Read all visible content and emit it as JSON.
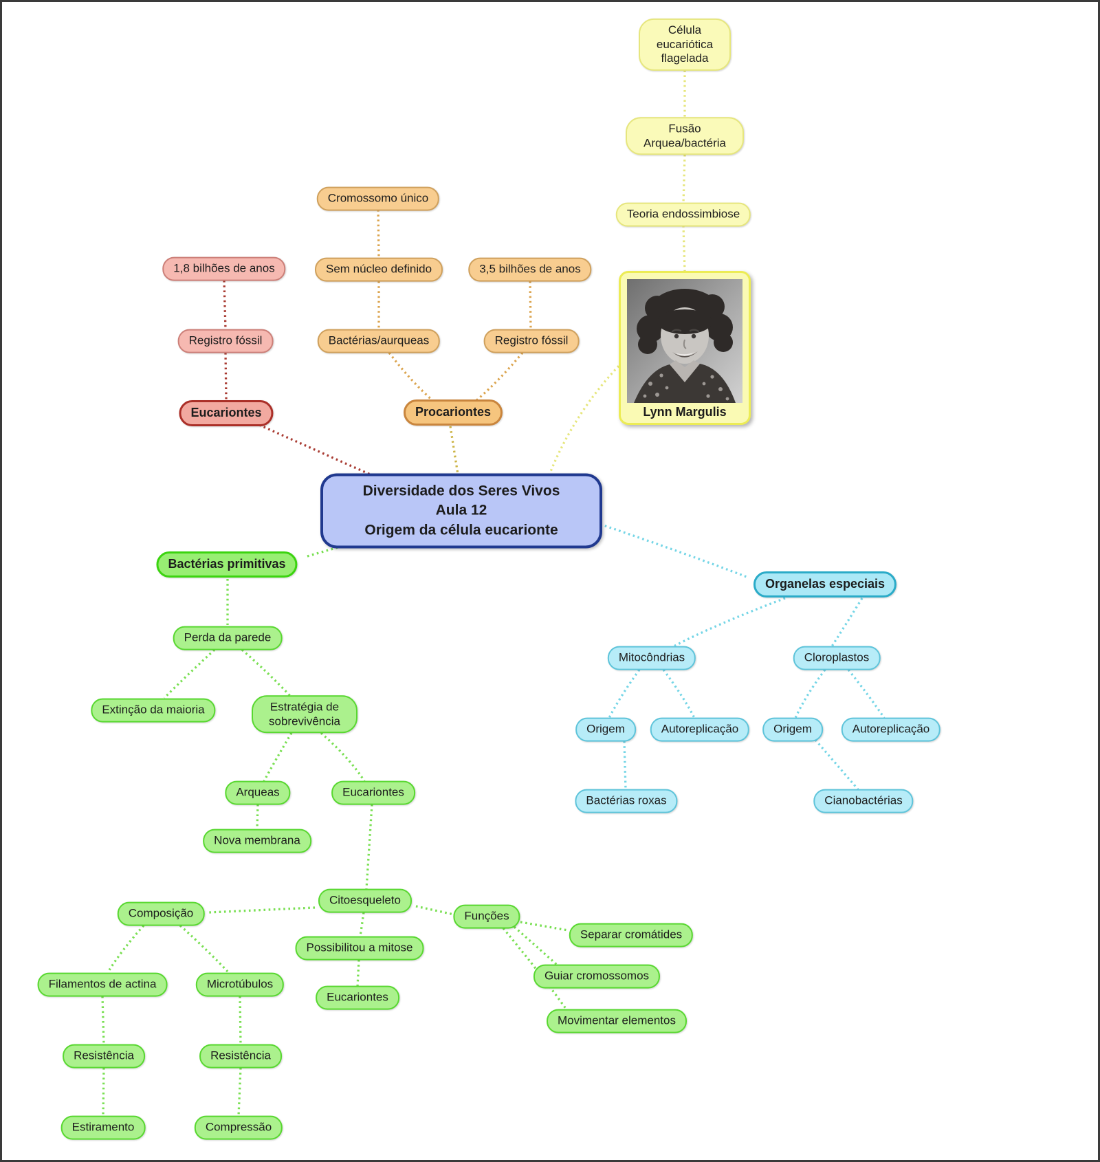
{
  "map": {
    "central": "Diversidade dos Seres Vivos\nAula 12\nOrigem da célula eucarionte",
    "yellow_branch": {
      "celula": "Célula\neucariótica\nflagelada",
      "fusao": "Fusão\nArquea/bactéria",
      "teoria": "Teoria endossimbiose",
      "photo_caption": "Lynn Margulis"
    },
    "orange_branch": {
      "cromossomo": "Cromossomo único",
      "sem_nucleo": "Sem núcleo definido",
      "bilhoes_35": "3,5 bilhões de anos",
      "bacterias_aurqueas": "Bactérias/aurqueas",
      "registro_fossil": "Registro fóssil",
      "procariontes": "Procariontes"
    },
    "red_branch": {
      "bilhoes_18": "1,8 bilhões de anos",
      "registro_fossil": "Registro fóssil",
      "eucariontes": "Eucariontes"
    },
    "green_branch": {
      "bacterias_primitivas": "Bactérias primitivas",
      "perda_parede": "Perda da parede",
      "extincao": "Extinção da maioria",
      "estrategia": "Estratégia de\nsobrevivência",
      "arqueas": "Arqueas",
      "eucariontes": "Eucariontes",
      "nova_membrana": "Nova membrana",
      "citoesqueleto": "Citoesqueleto",
      "composicao": "Composição",
      "possibilitou_mitose": "Possibilitou a mitose",
      "eucariontes_2": "Eucariontes",
      "funcoes": "Funções",
      "separar_cromatides": "Separar cromátides",
      "guiar_cromossomos": "Guiar cromossomos",
      "movimentar_elementos": "Movimentar elementos",
      "filamentos_actina": "Filamentos de actina",
      "microtubulos": "Microtúbulos",
      "resistencia_1": "Resistência",
      "resistencia_2": "Resistência",
      "estiramento": "Estiramento",
      "compressao": "Compressão"
    },
    "blue_branch": {
      "organelas": "Organelas especiais",
      "mitocondrias": "Mitocôndrias",
      "cloroplastos": "Cloroplastos",
      "origem_1": "Origem",
      "autoreplicacao_1": "Autoreplicação",
      "origem_2": "Origem",
      "autoreplicacao_2": "Autoreplicação",
      "bacterias_roxas": "Bactérias roxas",
      "cianobacterias": "Cianobactérias"
    },
    "colors": {
      "yellow_fill": "#fafab9",
      "yellow_border": "#e6e67d",
      "orange_fill": "#f8cd90",
      "orange_border": "#cfa05c",
      "orange_main_border": "#c9853d",
      "pink_fill": "#f6b9b1",
      "pink_border": "#cc7f78",
      "red_main_border": "#ab2f28",
      "central_fill": "#b9c6f7",
      "central_border": "#20398f",
      "green_fill": "#abf18d",
      "green_border": "#58d830",
      "green_main_border": "#3bd40f",
      "cyan_fill": "#b7ecf8",
      "cyan_border": "#5ec4da",
      "cyan_main_border": "#2aabc8"
    }
  }
}
